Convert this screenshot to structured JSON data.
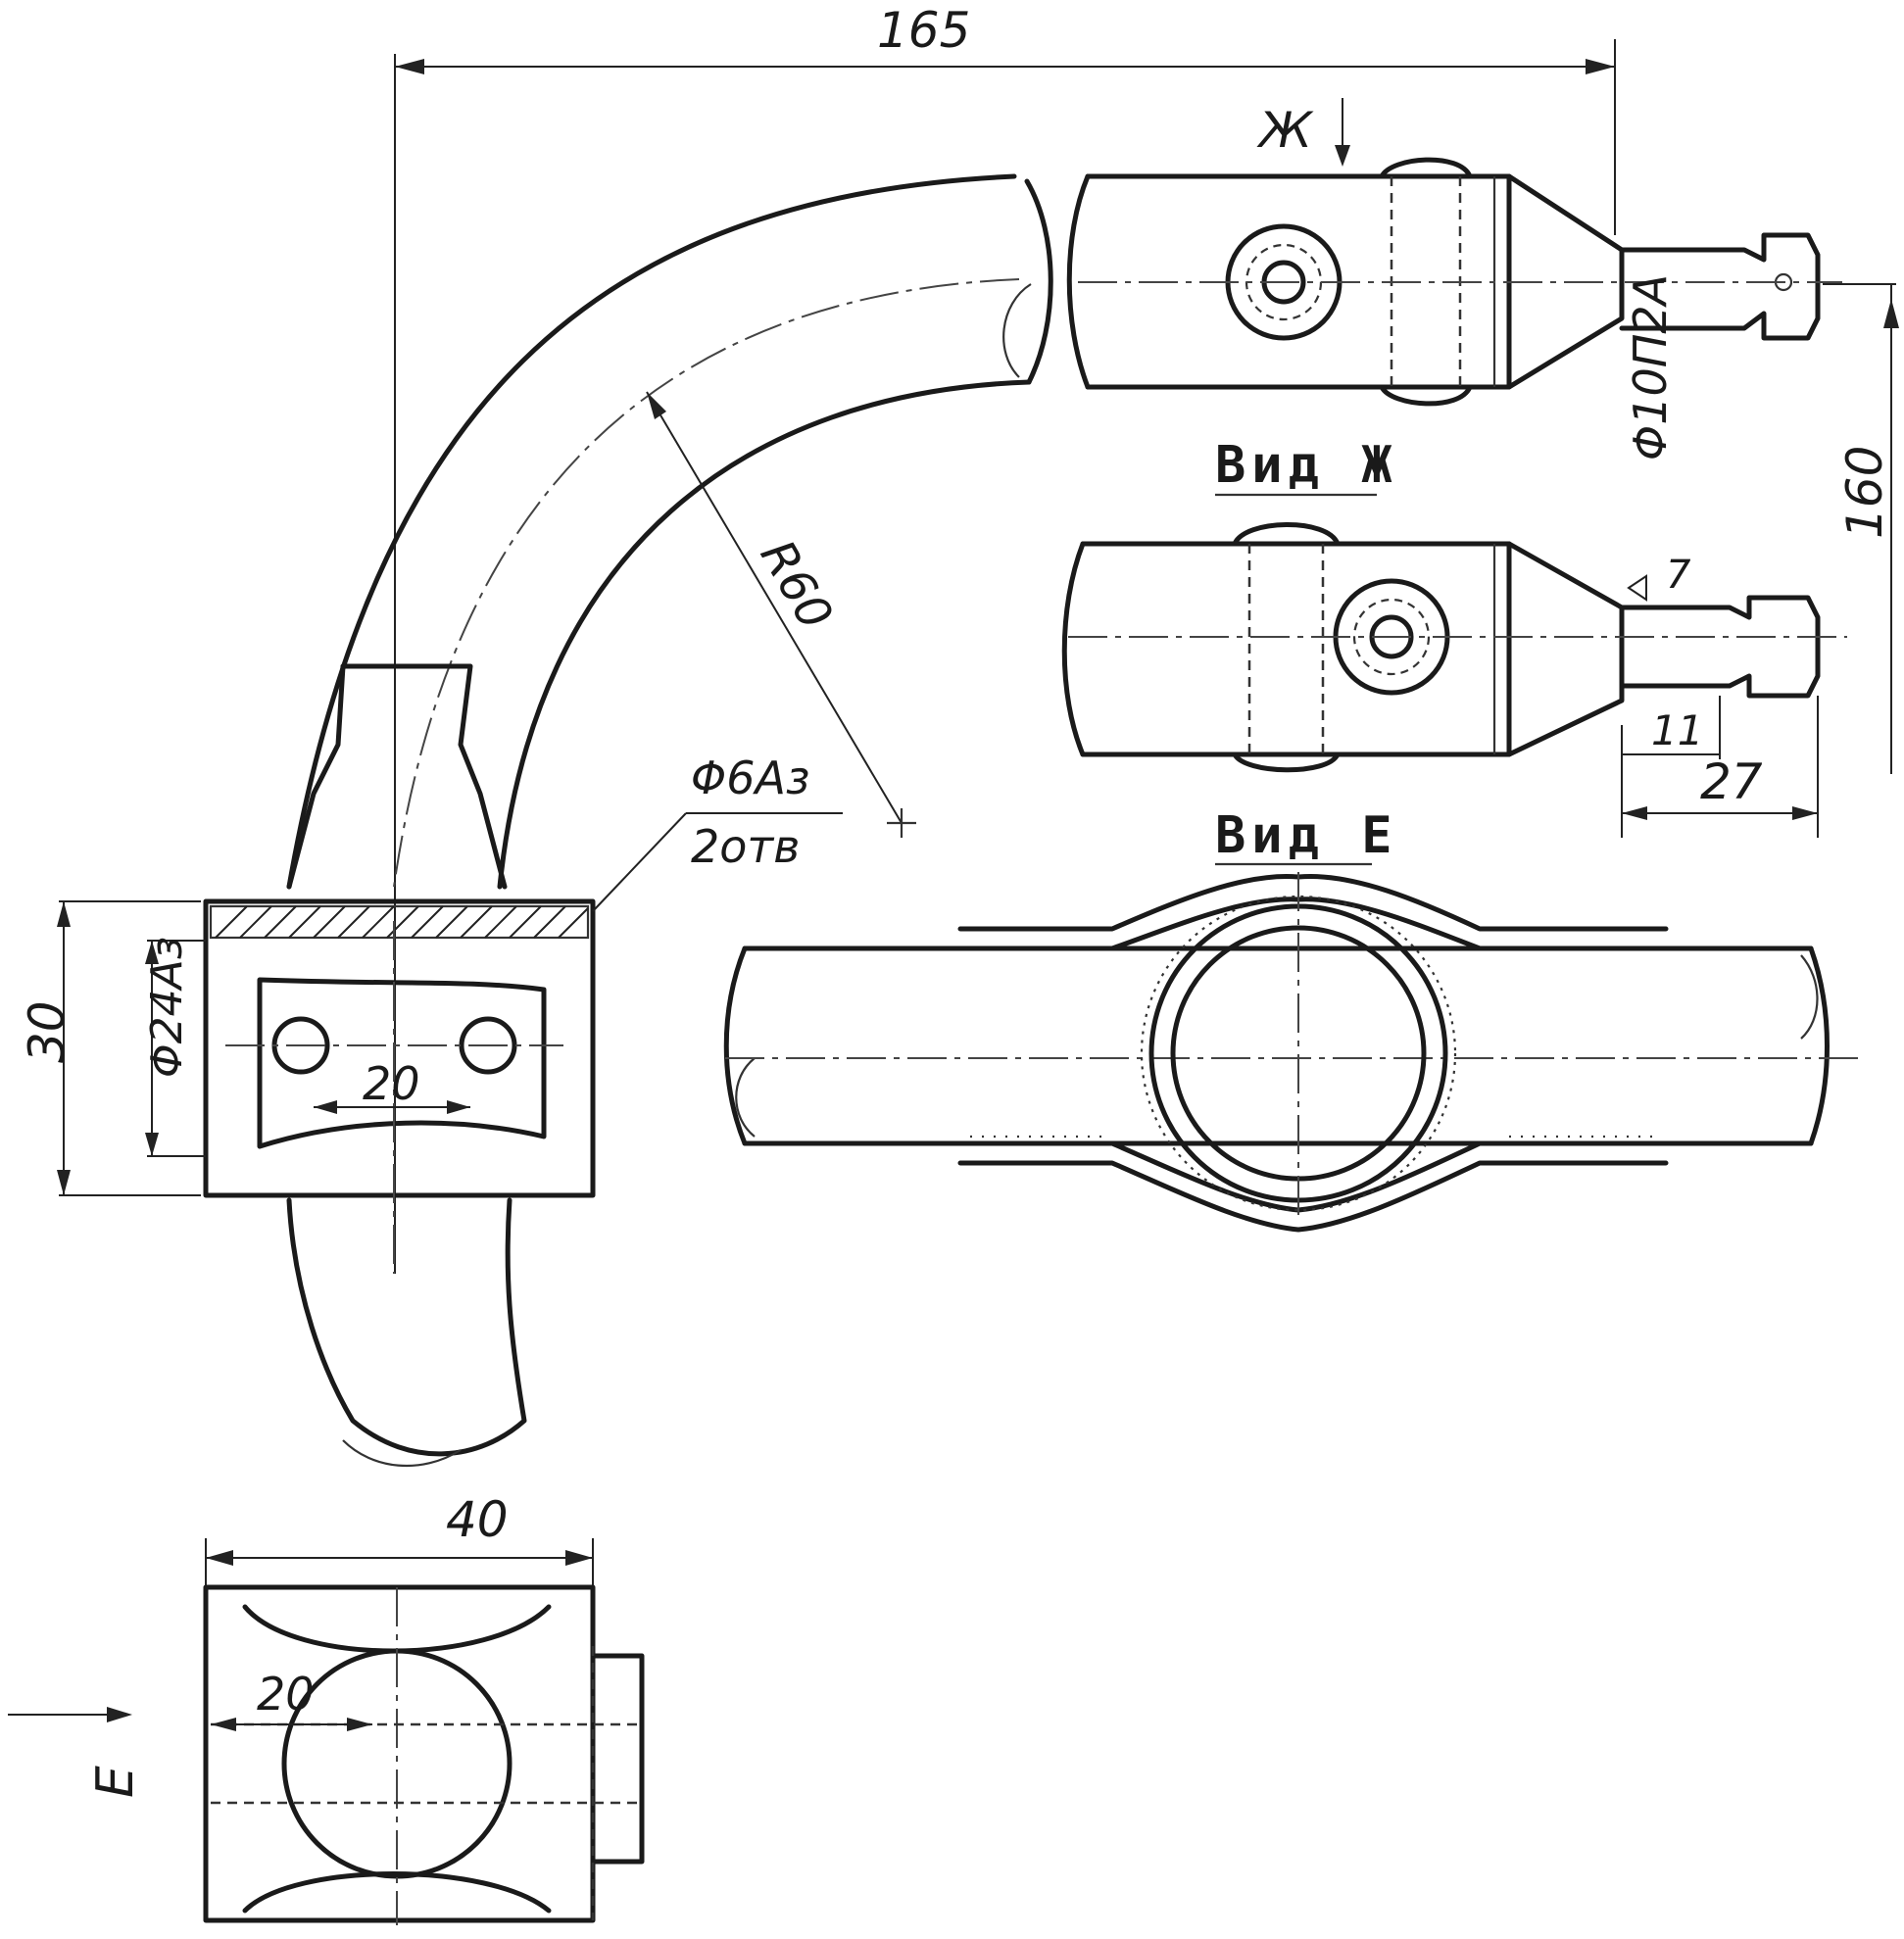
{
  "dimensions": {
    "width_165": "165",
    "radius": "R60",
    "height_160": "160",
    "height_30": "30",
    "hole_phi24": "Φ24Аз",
    "hole_phi6": "Φ6Аз",
    "hole_count": "2отв",
    "hole_spacing_20": "20",
    "pin_phi10": "Φ10П2А",
    "seven": "7",
    "eleven": "11",
    "twenty_seven": "27",
    "width_40": "40",
    "bottom_20": "20"
  },
  "views": {
    "arrow_zh": "Ж",
    "view_zh": "Вид Ж",
    "view_e": "Вид Е",
    "arrow_e": "Е"
  }
}
